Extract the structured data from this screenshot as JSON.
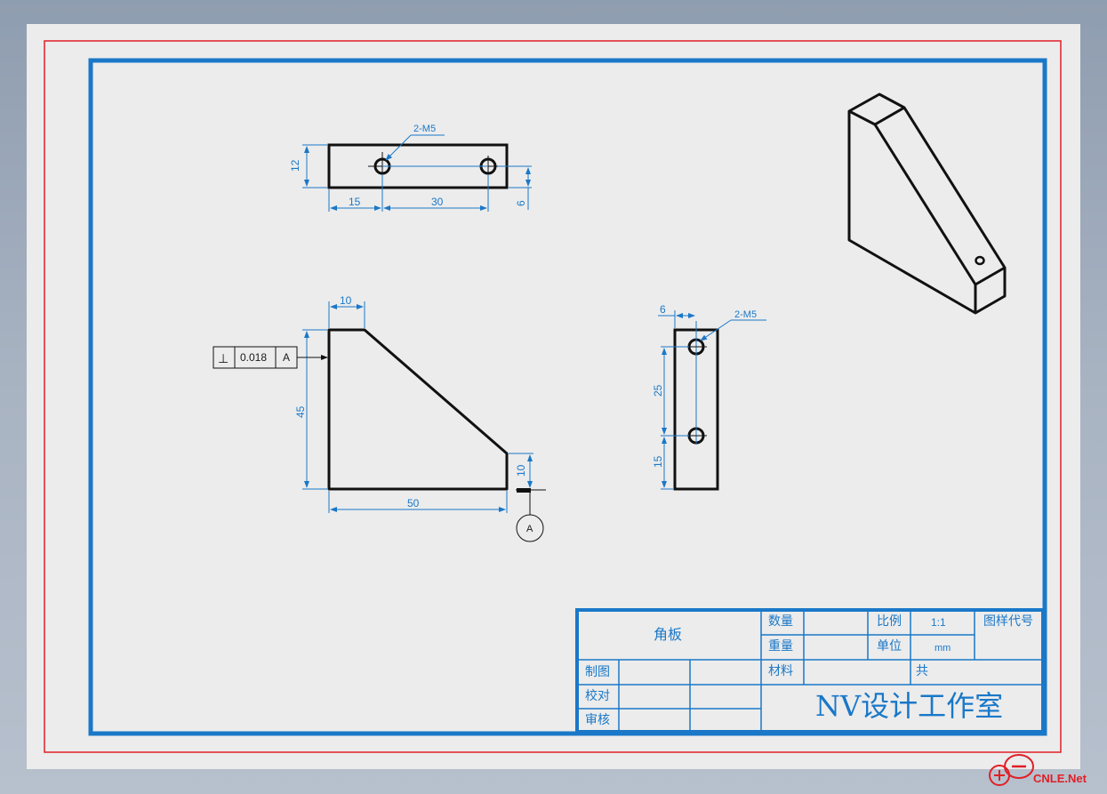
{
  "views": {
    "top": {
      "callout": "2-M5",
      "dim_height": "12",
      "dim_left": "15",
      "dim_spacing": "30",
      "dim_offset": "6"
    },
    "front": {
      "dim_top_width": "10",
      "dim_height": "45",
      "dim_right_height": "10",
      "dim_width": "50",
      "tolerance_symbol": "⊥",
      "tolerance_value": "0.018",
      "tolerance_datum": "A",
      "datum_label": "A"
    },
    "side": {
      "dim_offset": "6",
      "callout": "2-M5",
      "dim_spacing": "25",
      "dim_bottom": "15"
    }
  },
  "title_block": {
    "part_name": "角板",
    "labels": {
      "quantity": "数量",
      "weight": "重量",
      "material": "材料",
      "scale": "比例",
      "unit": "单位",
      "drawing_code": "图样代号",
      "total": "共",
      "drawn": "制图",
      "checked": "校对",
      "reviewed": "审核"
    },
    "values": {
      "scale": "1:1",
      "unit": "mm"
    },
    "studio": "NV设计工作室"
  },
  "watermark": "CNLE.Net",
  "colors": {
    "outer_frame": "#e11f26",
    "inner_frame": "#1a78c8",
    "object_line": "#111111",
    "dimension": "#1a78c8",
    "paper": "#ececec"
  }
}
